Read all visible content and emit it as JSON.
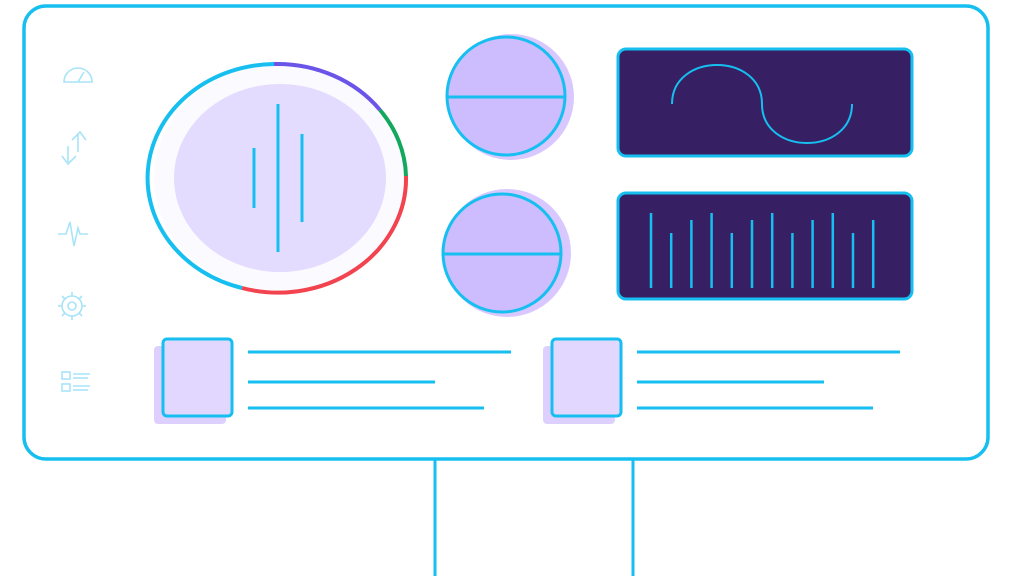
{
  "colors": {
    "outline": "#16bff0",
    "icon": "#a8e4f8",
    "dial_fill": "#e4dcff",
    "knob_fill": "#cdbdff",
    "knob_shadow": "#d9c8ff",
    "screen_bg": "#361f63",
    "ring_purple": "#6b55e8",
    "ring_green": "#13a85e",
    "ring_red": "#f2434f"
  },
  "sidebar": {
    "icons": [
      "gauge-icon",
      "up-down-arrows-icon",
      "pulse-icon",
      "gear-icon",
      "list-icon"
    ]
  },
  "screens": {
    "waveform": "sine",
    "bars": [
      0.75,
      0.55,
      0.68,
      0.75,
      0.55,
      0.68,
      0.75,
      0.55,
      0.68,
      0.75,
      0.55,
      0.68
    ]
  }
}
